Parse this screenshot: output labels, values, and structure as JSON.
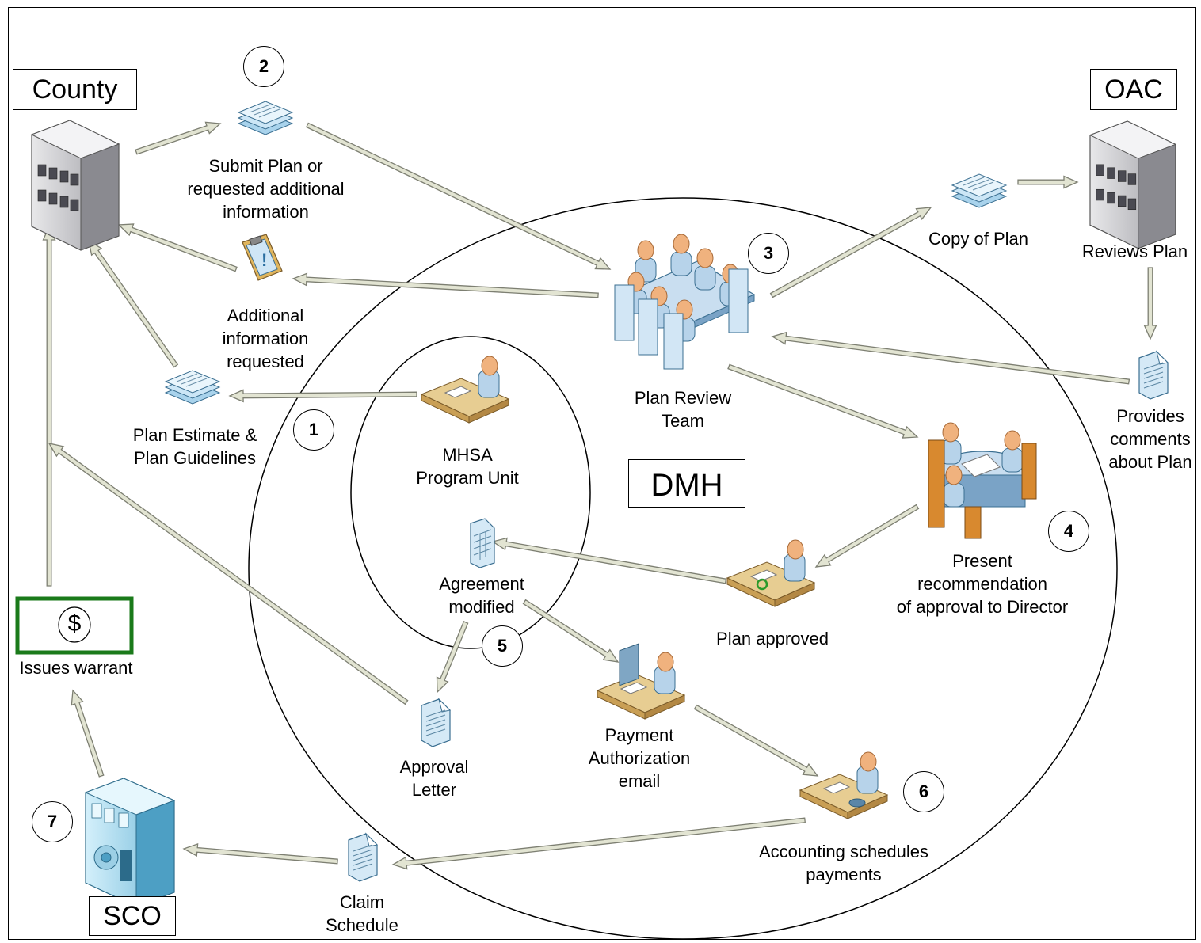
{
  "entities": {
    "county": "County",
    "oac": "OAC",
    "dmh": "DMH",
    "sco": "SCO"
  },
  "labels": {
    "submit_plan": "Submit Plan or\nrequested additional\ninformation",
    "additional_info": "Additional\ninformation\nrequested",
    "plan_estimate": "Plan Estimate &\nPlan Guidelines",
    "mhsa_unit": "MHSA\nProgram  Unit",
    "plan_review_team": "Plan Review\nTeam",
    "copy_of_plan": "Copy of Plan",
    "reviews_plan": "Reviews Plan",
    "provides_comments": "Provides\ncomments\nabout Plan",
    "present_recommendation": "Present\nrecommendation\nof approval to Director",
    "plan_approved": "Plan approved",
    "agreement_modified": "Agreement\nmodified",
    "approval_letter": "Approval\nLetter",
    "payment_authorization": "Payment\nAuthorization\nemail",
    "accounting_schedules": "Accounting schedules\npayments",
    "claim_schedule": "Claim\nSchedule",
    "issues_warrant": "Issues warrant",
    "warrant_symbol": "$"
  },
  "steps": [
    "1",
    "2",
    "3",
    "4",
    "5",
    "6",
    "7"
  ],
  "colors": {
    "arrow_fill": "#e2e4d2",
    "arrow_stroke": "#7d7f72",
    "doc_blue": "#cfe4f3",
    "building_gray": "#cfcfd2",
    "warrant_green": "#1a7a1a",
    "desk_tan": "#e7cd92",
    "person": "#b7d3ea",
    "head": "#f0b27e"
  }
}
